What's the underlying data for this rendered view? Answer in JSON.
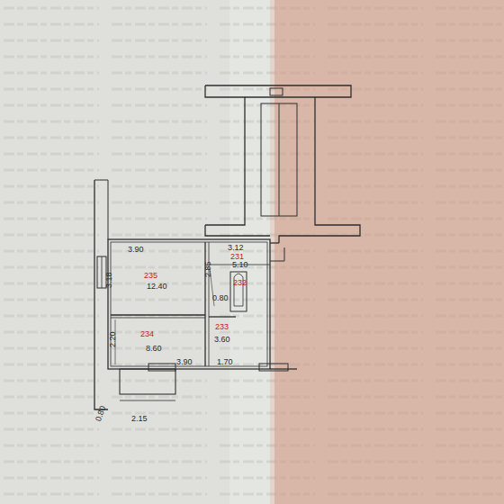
{
  "diagram": {
    "labels": [
      "3.90",
      "3.18",
      "235",
      "12.40",
      "2.20",
      "234",
      "8.60",
      "3.90",
      "1.70",
      "2.85",
      "3.12",
      "231",
      "5.10",
      "232",
      "0.80",
      "233",
      "3.60",
      "2.15",
      "0.80"
    ]
  }
}
